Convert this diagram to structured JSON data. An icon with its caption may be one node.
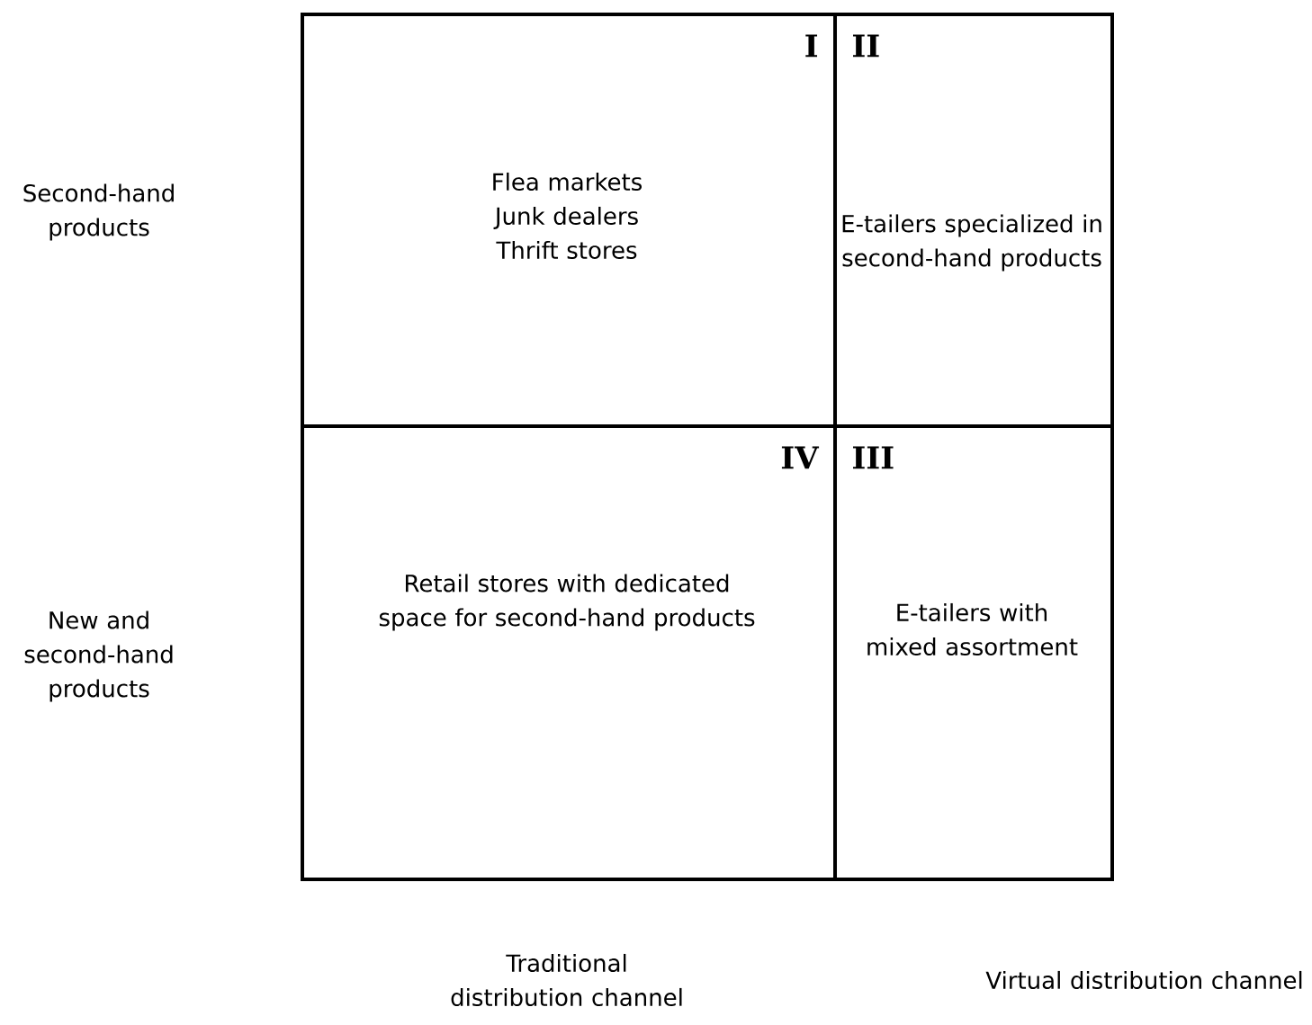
{
  "diagram": {
    "nodes": [
      {
        "text": [
          "I",
          "Flea markets",
          "Junk dealers",
          "Thrift stores"
        ]
      },
      {
        "text": [
          "II",
          "E-tailers specialized in second-hand products"
        ]
      },
      {
        "text": [
          "IV",
          "Retail stores with dedicated space for second-hand products"
        ]
      },
      {
        "text": [
          "III",
          "E-tailers with mixed assortment"
        ]
      }
    ],
    "labels": [
      "Second-hand products",
      "New and second-hand products",
      "Traditional distribution channel",
      "Virtual distribution channel"
    ]
  }
}
